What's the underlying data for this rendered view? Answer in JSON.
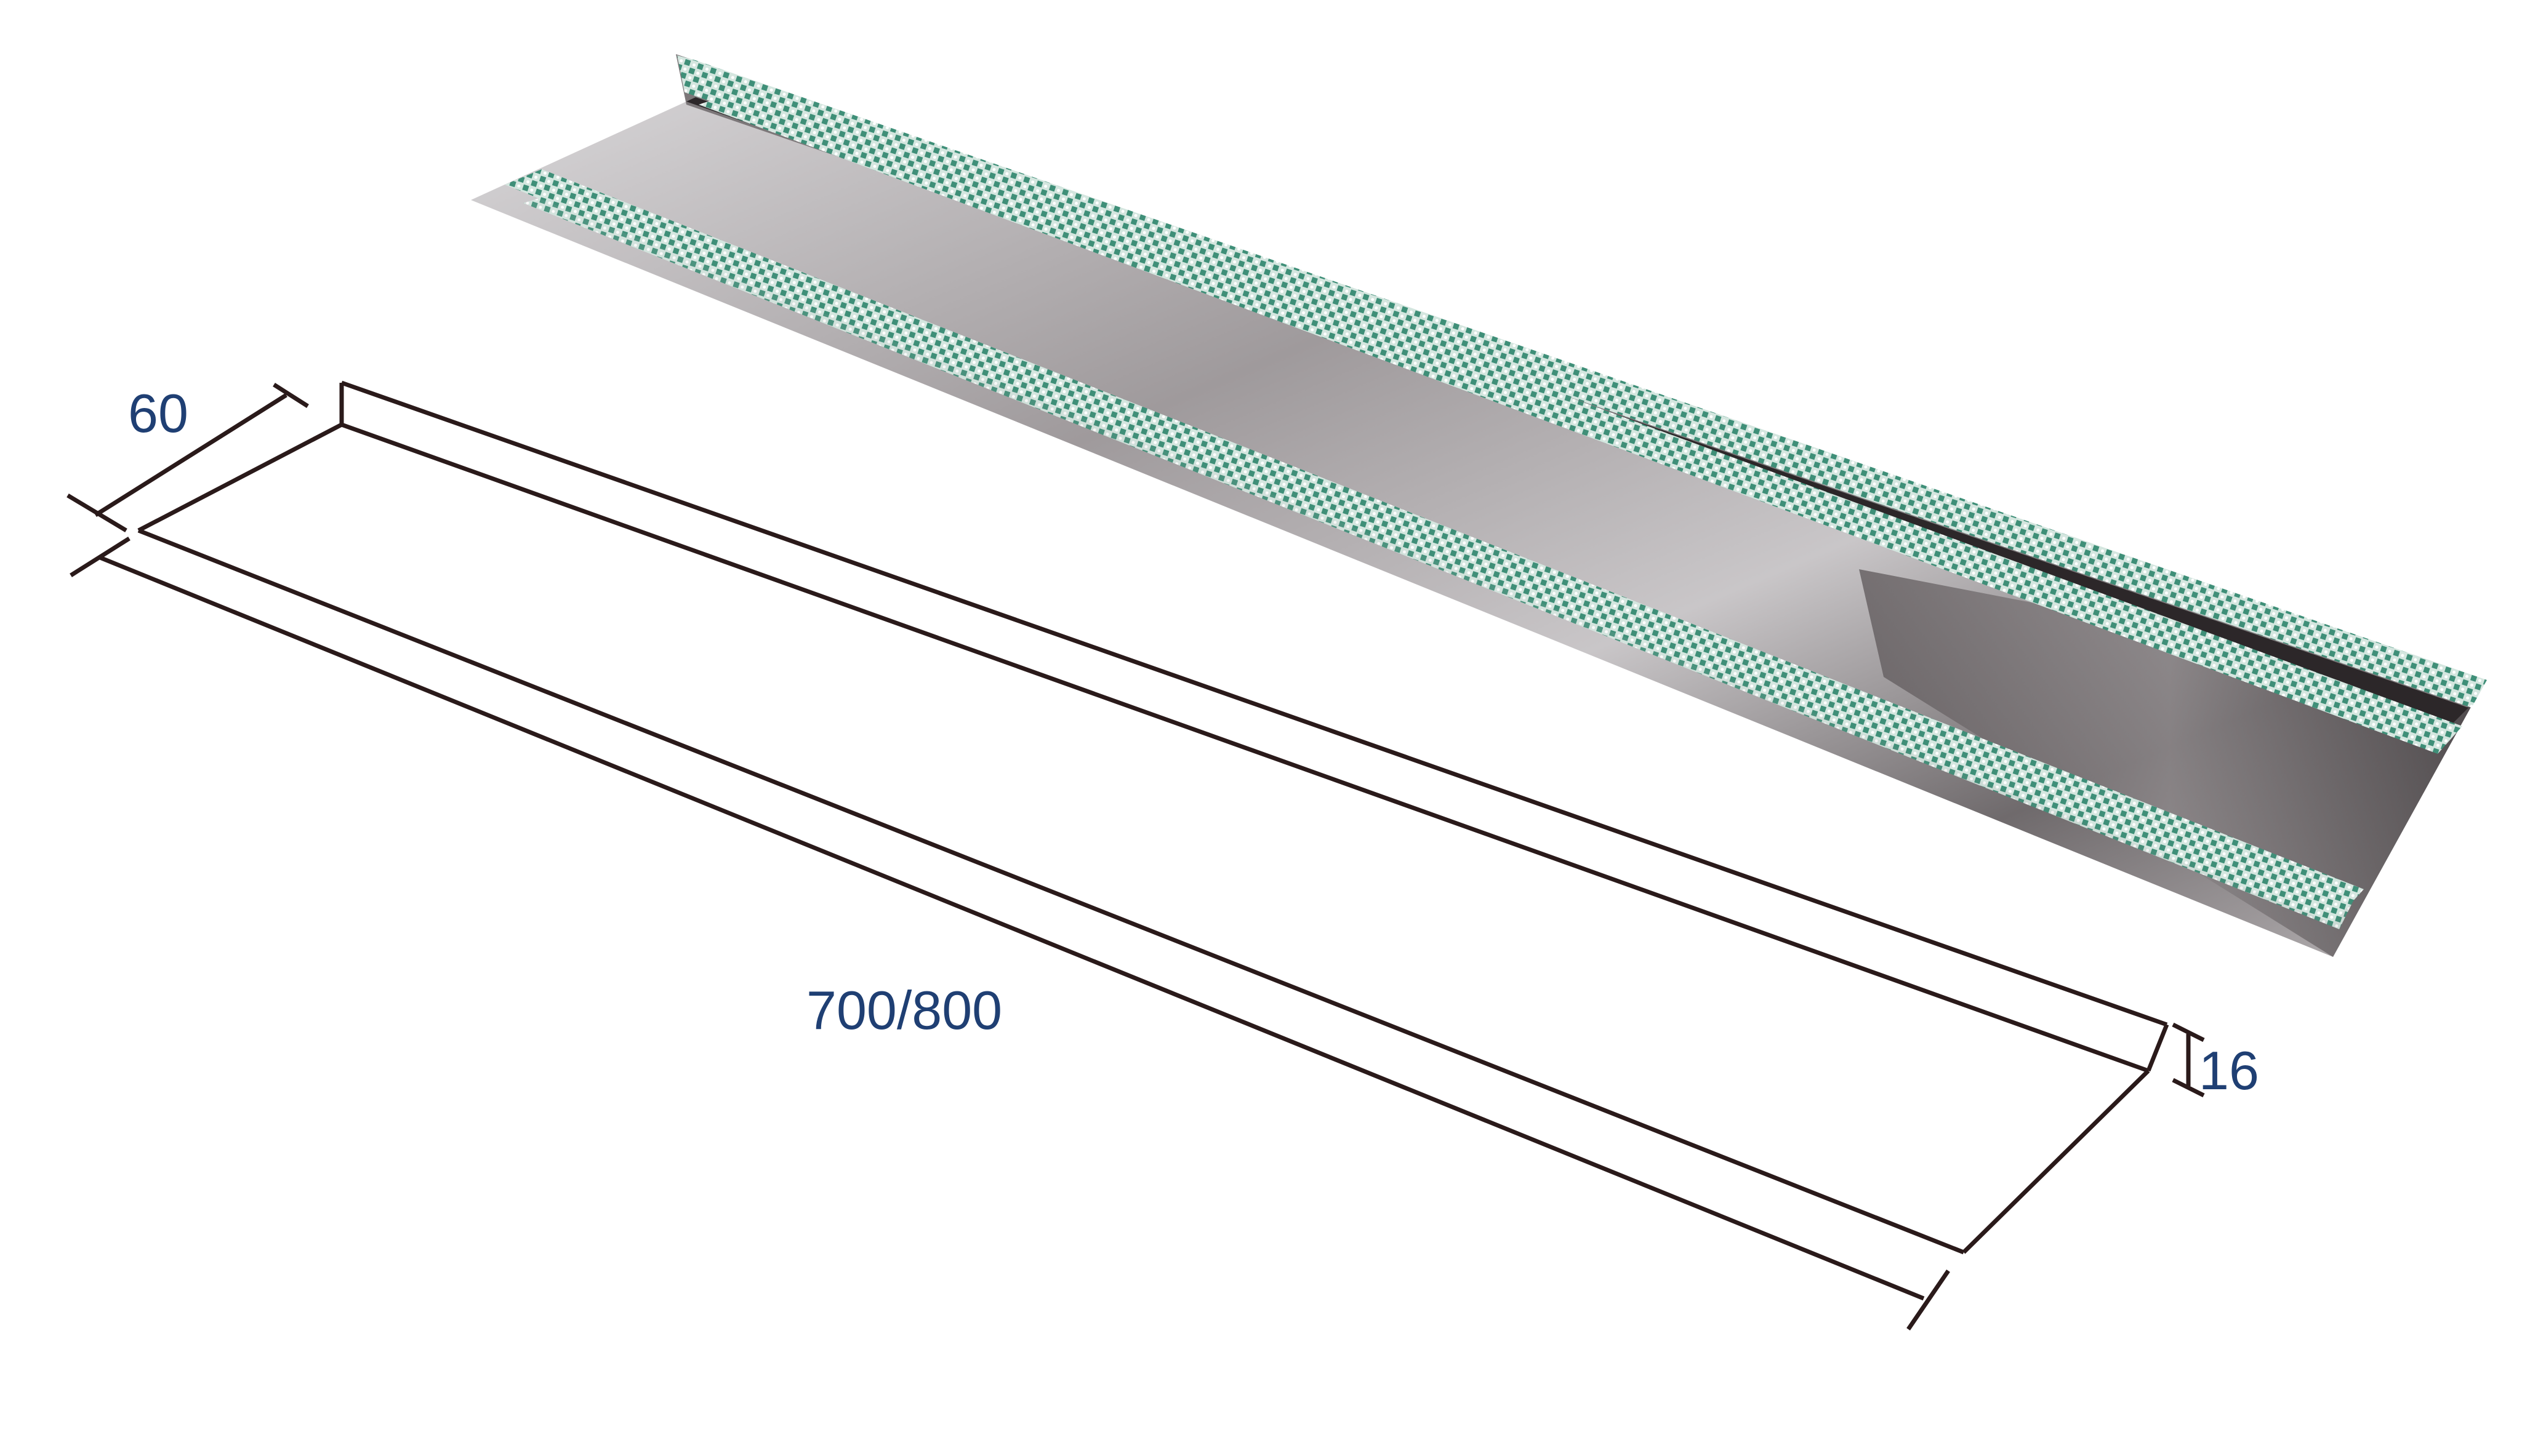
{
  "dimensions": {
    "depth_label": "60",
    "length_label": "700/800",
    "height_label": "16"
  },
  "photo": {
    "tape_color": "#3f8f78",
    "metal_color": "#8c8688"
  },
  "colors": {
    "label_color": "#1f3f73",
    "line_color": "#2a1a1a"
  }
}
